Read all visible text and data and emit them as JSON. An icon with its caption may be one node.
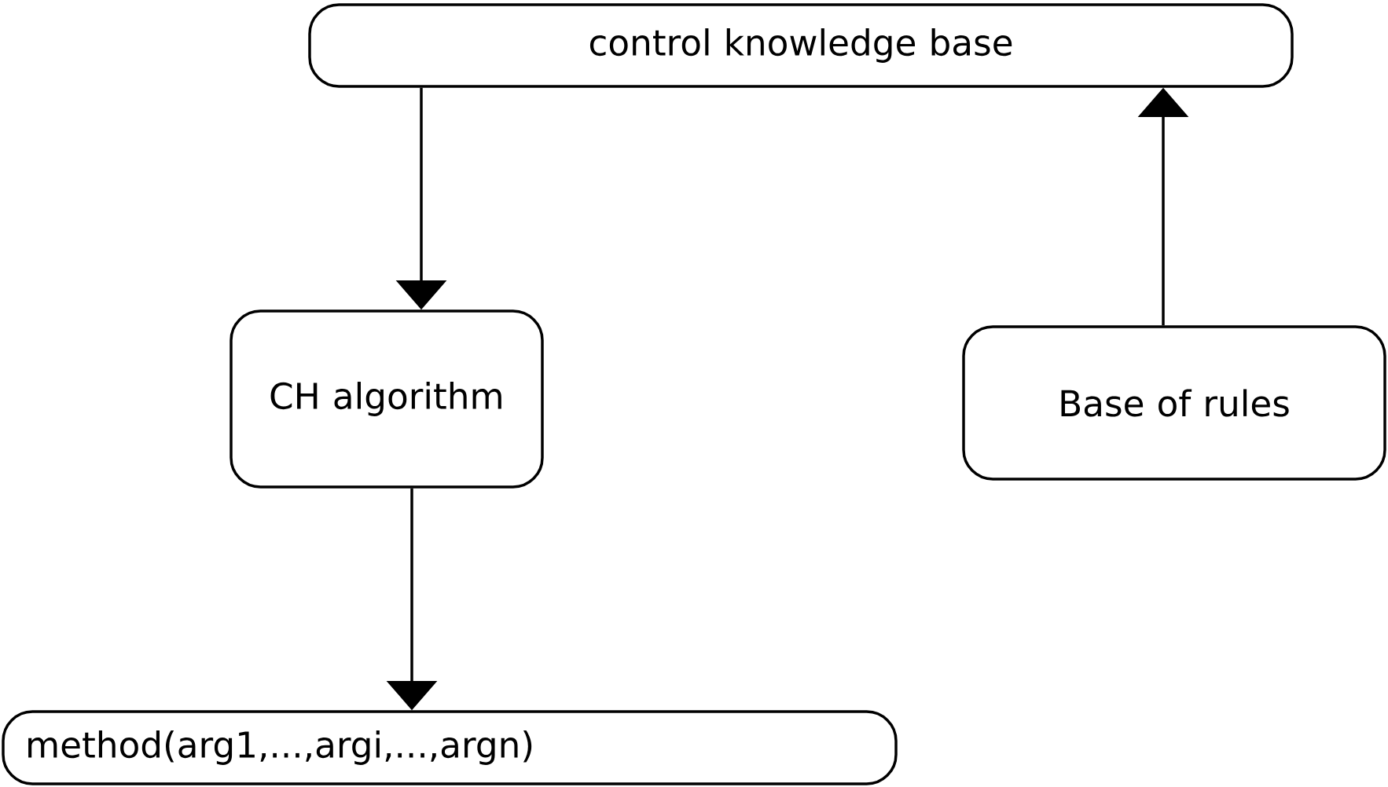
{
  "diagram": {
    "nodes": [
      {
        "text": [
          "control knowledge base"
        ]
      },
      {
        "text": [
          "CH algorithm"
        ]
      },
      {
        "text": [
          "Base of rules"
        ]
      },
      {
        "text": [
          "method(arg1,...,argi,...,argn)"
        ]
      }
    ],
    "edges": [
      {
        "from": 0,
        "to": 1,
        "arrow": "to"
      },
      {
        "from": 2,
        "to": 0,
        "arrow": "to"
      },
      {
        "from": 1,
        "to": 3,
        "arrow": "to"
      }
    ]
  }
}
